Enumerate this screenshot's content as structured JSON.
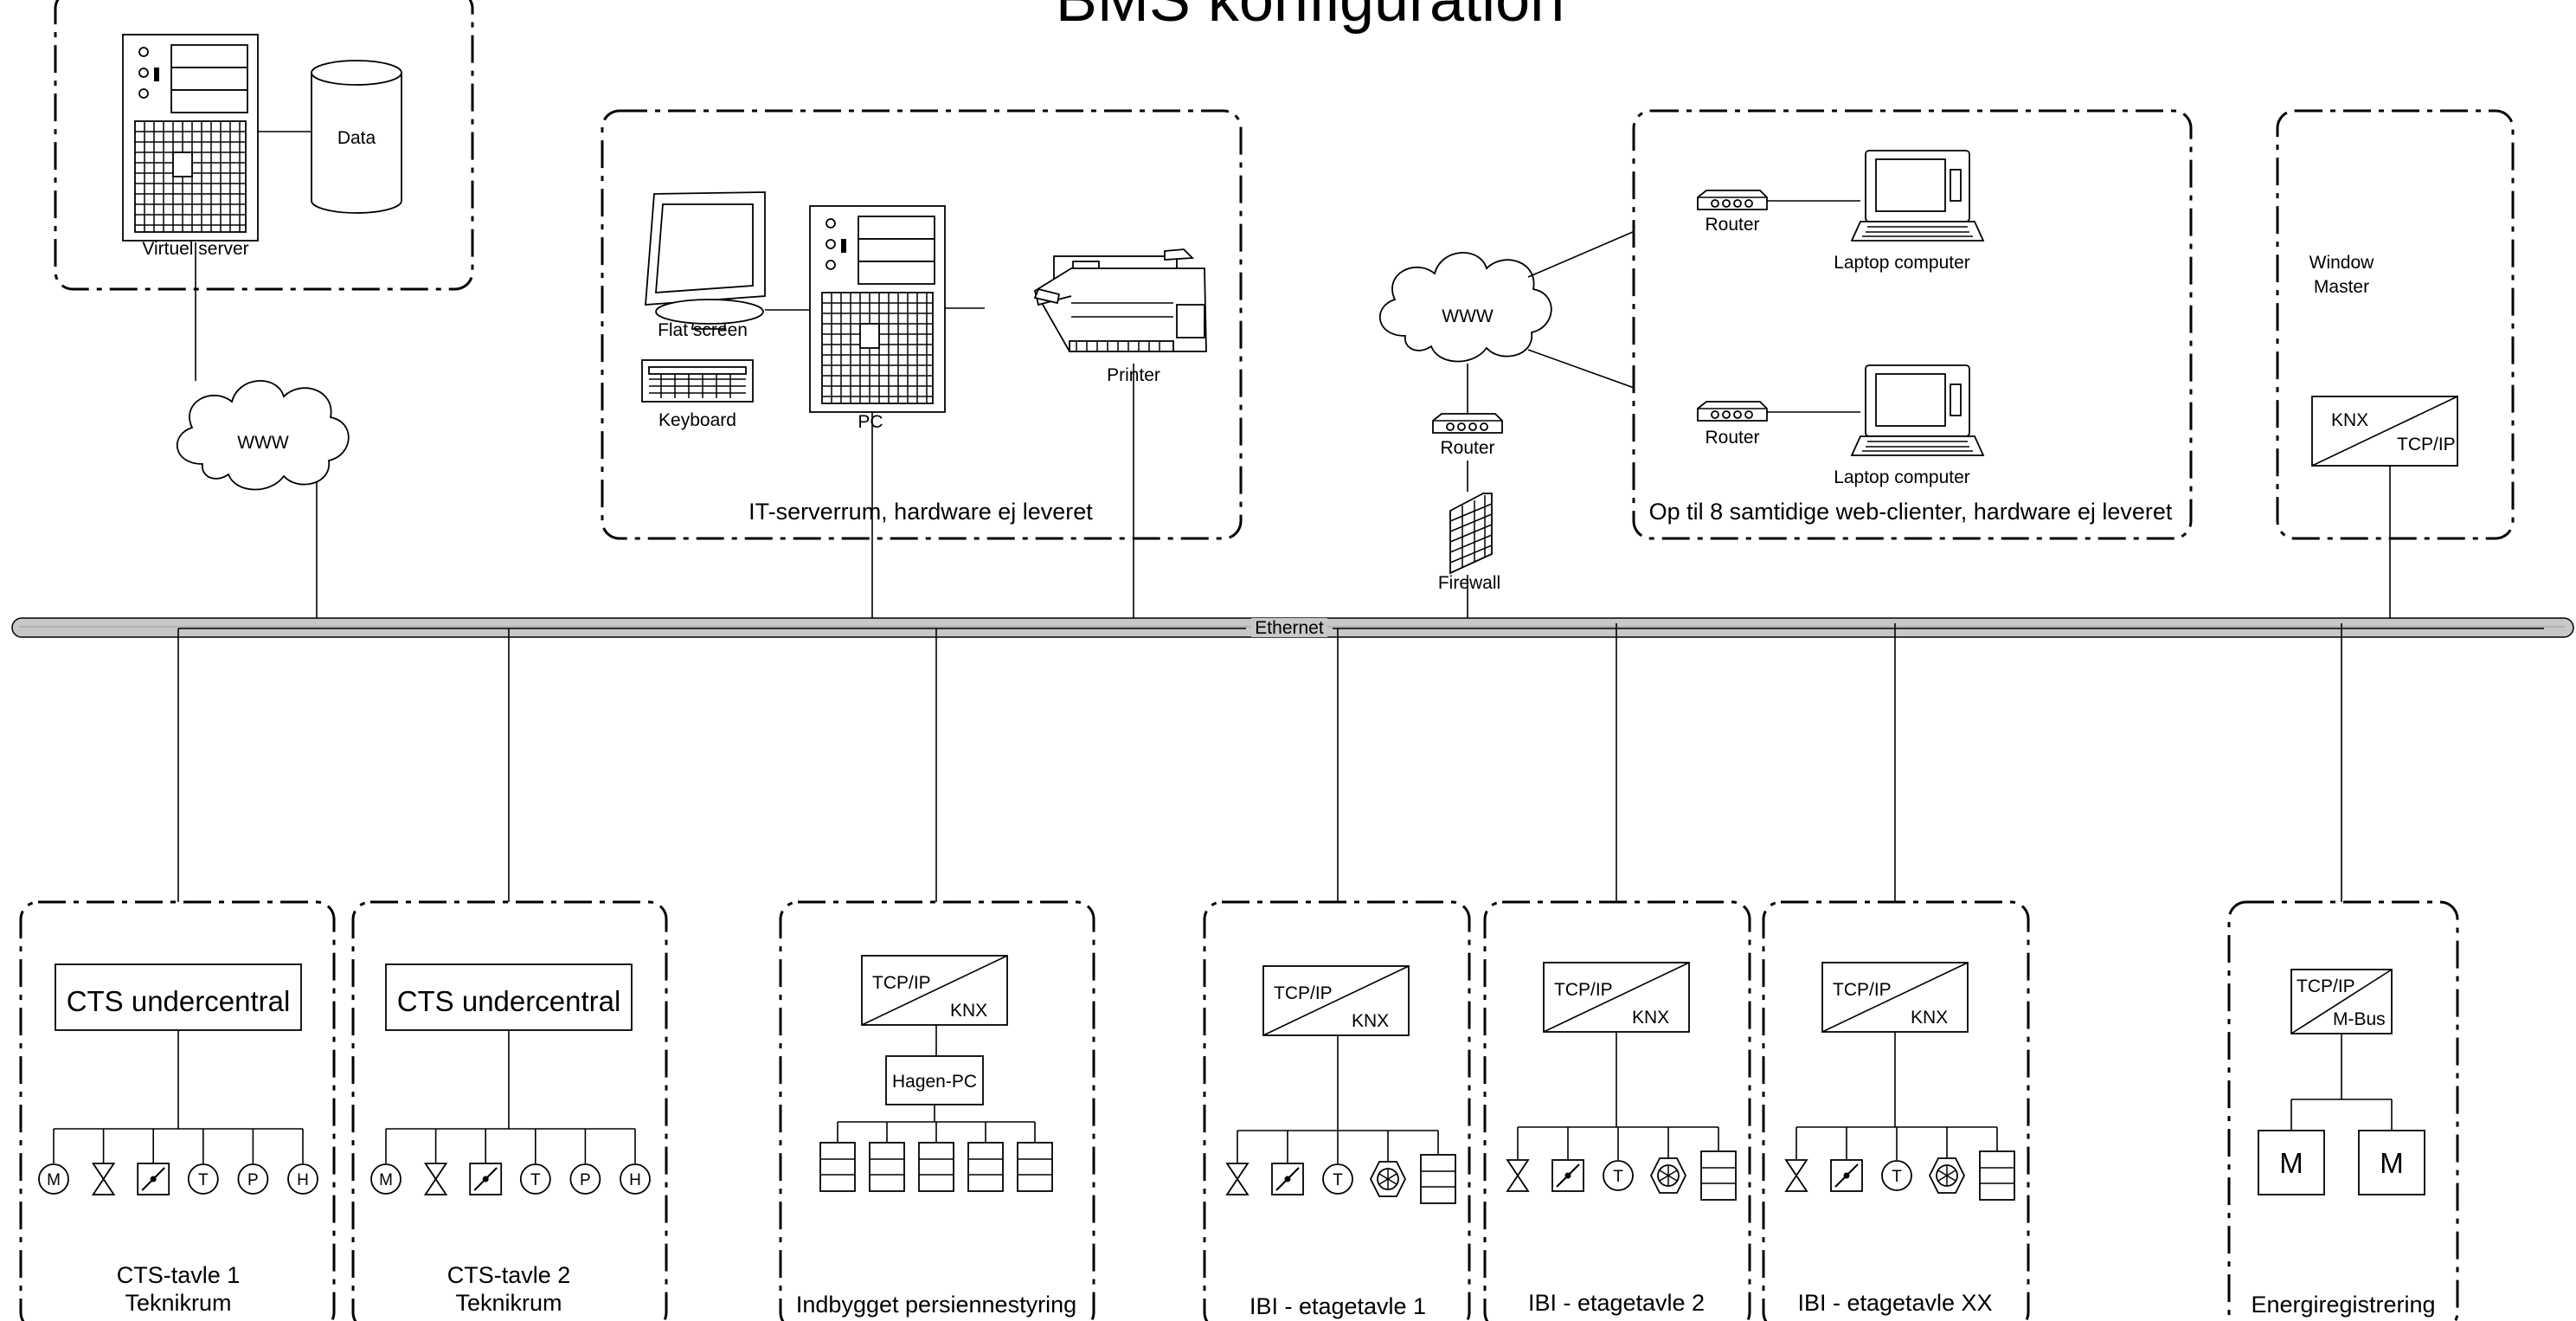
{
  "title": "BMS konfiguration",
  "bus_label": "Ethernet",
  "top": {
    "server_group": {
      "server_label": "Virtuel server",
      "data_label": "Data",
      "cloud_label": "WWW"
    },
    "it_room": {
      "caption": "IT-serverrum, hardware ej leveret",
      "screen_label": "Flat screen",
      "keyboard_label": "Keyboard",
      "pc_label": "PC",
      "printer_label": "Printer"
    },
    "internet": {
      "cloud_label": "WWW",
      "router_label": "Router",
      "firewall_label": "Firewall"
    },
    "web_clients": {
      "caption": "Op til 8 samtidige web-clienter, hardware ej leveret",
      "router1_label": "Router",
      "laptop1_label": "Laptop computer",
      "router2_label": "Router",
      "laptop2_label": "Laptop computer"
    },
    "window_master": {
      "title_line1": "Window",
      "title_line2": "Master",
      "gw_top": "KNX",
      "gw_bottom": "TCP/IP"
    }
  },
  "bottom": {
    "cts1": {
      "controller": "CTS undercentral",
      "caption_line1": "CTS-tavle 1",
      "caption_line2": "Teknikrum",
      "symbols": [
        "M",
        "valve",
        "damper",
        "T",
        "P",
        "H"
      ]
    },
    "cts2": {
      "controller": "CTS undercentral",
      "caption_line1": "CTS-tavle 2",
      "caption_line2": "Teknikrum",
      "symbols": [
        "M",
        "valve",
        "damper",
        "T",
        "P",
        "H"
      ]
    },
    "blinds": {
      "gw_top": "TCP/IP",
      "gw_bottom": "KNX",
      "controller": "Hagen-PC",
      "caption": "Indbygget persiennestyring"
    },
    "ibi1": {
      "gw_top": "TCP/IP",
      "gw_bottom": "KNX",
      "caption": "IBI - etagetavle 1",
      "symbols": [
        "valve",
        "damper",
        "T",
        "fan",
        "module"
      ]
    },
    "ibi2": {
      "gw_top": "TCP/IP",
      "gw_bottom": "KNX",
      "caption": "IBI - etagetavle 2",
      "symbols": [
        "valve",
        "damper",
        "T",
        "fan",
        "module"
      ]
    },
    "ibixx": {
      "gw_top": "TCP/IP",
      "gw_bottom": "KNX",
      "caption": "IBI - etagetavle XX",
      "symbols": [
        "valve",
        "damper",
        "T",
        "fan",
        "module"
      ]
    },
    "energy": {
      "gw_top": "TCP/IP",
      "gw_bottom": "M-Bus",
      "meter1": "M",
      "meter2": "M",
      "caption": "Energiregistrering"
    }
  }
}
